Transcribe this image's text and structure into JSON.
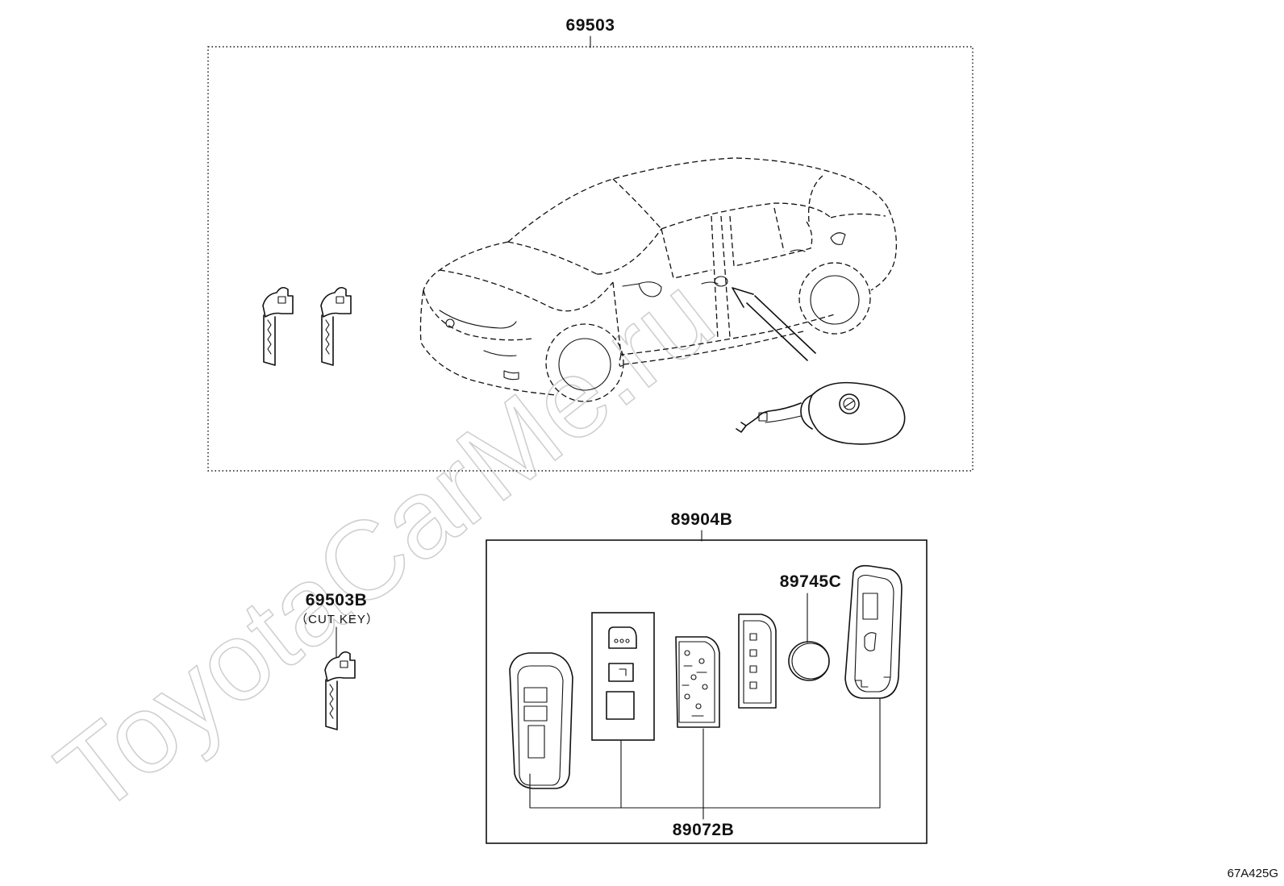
{
  "diagram": {
    "watermark": "ToyotaCarMe.ru",
    "groups": {
      "key_set": {
        "part_number": "69503"
      },
      "cut_key": {
        "part_number": "69503B",
        "note": "（CUT KEY）"
      },
      "smart_key": {
        "part_number": "89904B",
        "battery": "89745C",
        "case_sub_assembly": "89072B"
      }
    },
    "illustration_code": "67A425G"
  }
}
